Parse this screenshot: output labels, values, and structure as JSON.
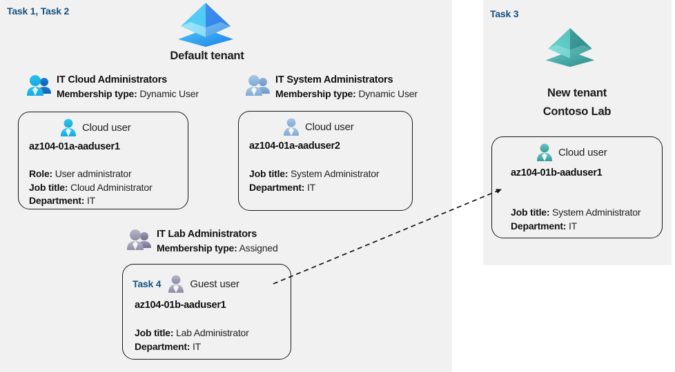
{
  "panels": {
    "left": {
      "task_label": "Task 1, Task 2"
    },
    "right": {
      "task_label": "Task 3"
    }
  },
  "tenants": [
    {
      "id": "default-tenant",
      "icon": "azure-ad-tenant-icon",
      "title": "Default tenant",
      "color": "#3f9ef0"
    },
    {
      "id": "new-tenant",
      "icon": "azure-ad-tenant-icon",
      "title_line1": "New  tenant",
      "title_line2": "Contoso Lab",
      "color": "#4fb3ad"
    }
  ],
  "groups": [
    {
      "id": "it-cloud-administrators",
      "icon": "group-users-icon",
      "name": "IT Cloud Administrators",
      "membership_label": "Membership type:",
      "membership_value": "Dynamic User"
    },
    {
      "id": "it-system-administrators",
      "icon": "group-users-icon",
      "name": "IT System Administrators",
      "membership_label": "Membership type:",
      "membership_value": "Dynamic User"
    },
    {
      "id": "it-lab-administrators",
      "icon": "group-users-icon",
      "name": "IT Lab Administrators",
      "membership_label": "Membership type:",
      "membership_value": "Assigned"
    }
  ],
  "cards": [
    {
      "id": "card-aaduser1",
      "task": "",
      "usericon": "cloud-user-icon",
      "usertype": "Cloud user",
      "name": "az104-01a-aaduser1",
      "attrs": [
        {
          "label": "Role:",
          "value": "User administrator"
        },
        {
          "label": "Job title:",
          "value": "Cloud Administrator"
        },
        {
          "label": "Department:",
          "value": "IT"
        }
      ]
    },
    {
      "id": "card-aaduser2",
      "task": "",
      "usericon": "cloud-user-icon",
      "usertype": "Cloud user",
      "name": "az104-01a-aaduser2",
      "attrs": [
        {
          "label": "Job title:",
          "value": "System Administrator"
        },
        {
          "label": "Department:",
          "value": "IT"
        }
      ]
    },
    {
      "id": "card-guest-aaduser1",
      "task": "Task 4",
      "usericon": "guest-user-icon",
      "usertype": "Guest user",
      "name": "az104-01b-aaduser1",
      "attrs": [
        {
          "label": "Job title:",
          "value": "Lab Administrator"
        },
        {
          "label": "Department:",
          "value": "IT"
        }
      ]
    },
    {
      "id": "card-new-tenant-aaduser1",
      "task": "",
      "usericon": "cloud-user-icon",
      "usertype": "Cloud user",
      "name": "az104-01b-aaduser1",
      "attrs": [
        {
          "label": "Job title:",
          "value": "System Administrator"
        },
        {
          "label": "Department:",
          "value": "IT"
        }
      ]
    }
  ],
  "connector": {
    "name": "invite-guest-arrow",
    "style": "dashed-arrow"
  },
  "colors": {
    "panel_bg": "#f1f1f1",
    "page_bg": "#ffffff",
    "task_text": "#15517f",
    "body_text": "#222222",
    "border": "#171717"
  }
}
